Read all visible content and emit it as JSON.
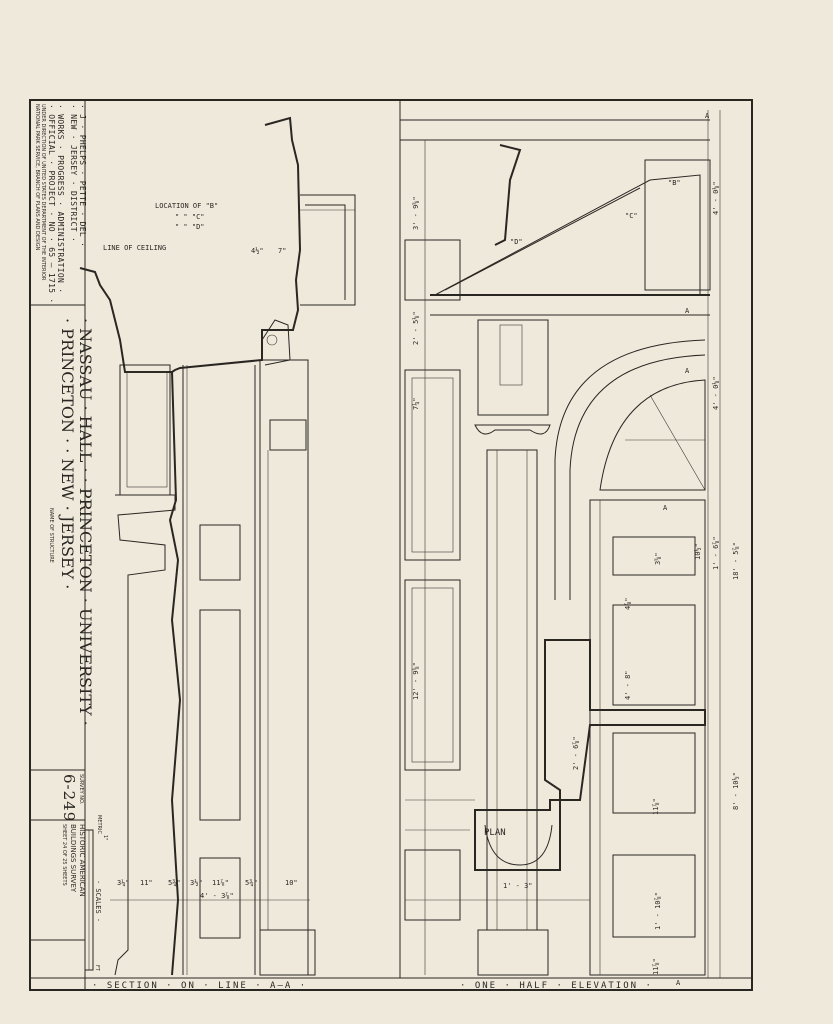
{
  "title_block": {
    "delineator": "· J · PHELPS · PETTE · DEL ·",
    "district": "· NEW · JERSEY · DISTRICT ·",
    "wpa": "· WORKS · PROGRESS · ADMINISTRATION ·",
    "project": "· OFFICIAL · PROJECT · NO · 65 — 1715 ·",
    "direction_1": "UNDER DIRECTION OF UNITED STATES DEPARTMENT OF THE INTERIOR",
    "direction_2": "NATIONAL PARK SERVICE, BRANCH OF PLANS AND DESIGN",
    "name_of_structure_label": "NAME OF STRUCTURE",
    "structure_line_1": "· NASSAU · HALL · · PRINCETON · UNIVERSITY ·",
    "structure_line_2": "· PRINCETON · · NEW · JERSEY ·",
    "survey_no_label": "SURVEY NO.",
    "survey_no": "6-249",
    "survey_name_1": "HISTORIC AMERICAN",
    "survey_name_2": "BUILDINGS SURVEY",
    "sheet": "SHEET 24 OF 25 SHEETS",
    "metric_label": "METRIC",
    "scales_label": "· SCALES ·",
    "inch_label": "1\"",
    "ft_label": "FT"
  },
  "section": {
    "caption": "· SECTION · ON · LINE · A—A ·",
    "location_b": "LOCATION OF \"B\"",
    "location_c": "\"  \"  \"C\"",
    "location_d": "\"  \"  \"D\"",
    "line_of_ceiling": "LINE OF CEILING",
    "dims": [
      "4½\"",
      "7\"",
      "3¼\"",
      "11\"",
      "5¾\"",
      "3½\"",
      "11⅞\"",
      "5¾\"",
      "10\"",
      "4' - 3⅞\""
    ]
  },
  "elevation": {
    "caption": "· ONE · HALF · ELEVATION ·",
    "plan_label": "PLAN",
    "callouts": [
      "\"B\"",
      "\"C\"",
      "\"D\"",
      "A",
      "A",
      "A",
      "A",
      "A"
    ],
    "dims": [
      "3' - 9⅝\"",
      "2' - 5⅛\"",
      "7¼\"",
      "12' - 9⅝\"",
      "4' - 0⅛\"",
      "4' - 0⅛\"",
      "1' - 6⅞\"",
      "18' - 5⅞\"",
      "8' - 10½\"",
      "4' - 8\"",
      "2' - 6⅞\"",
      "1' - 3\"",
      "1' - 10⅞\"",
      "11⅞\"",
      "11⅞\"",
      "3⅝\"",
      "10½\"",
      "4⅞\""
    ]
  }
}
